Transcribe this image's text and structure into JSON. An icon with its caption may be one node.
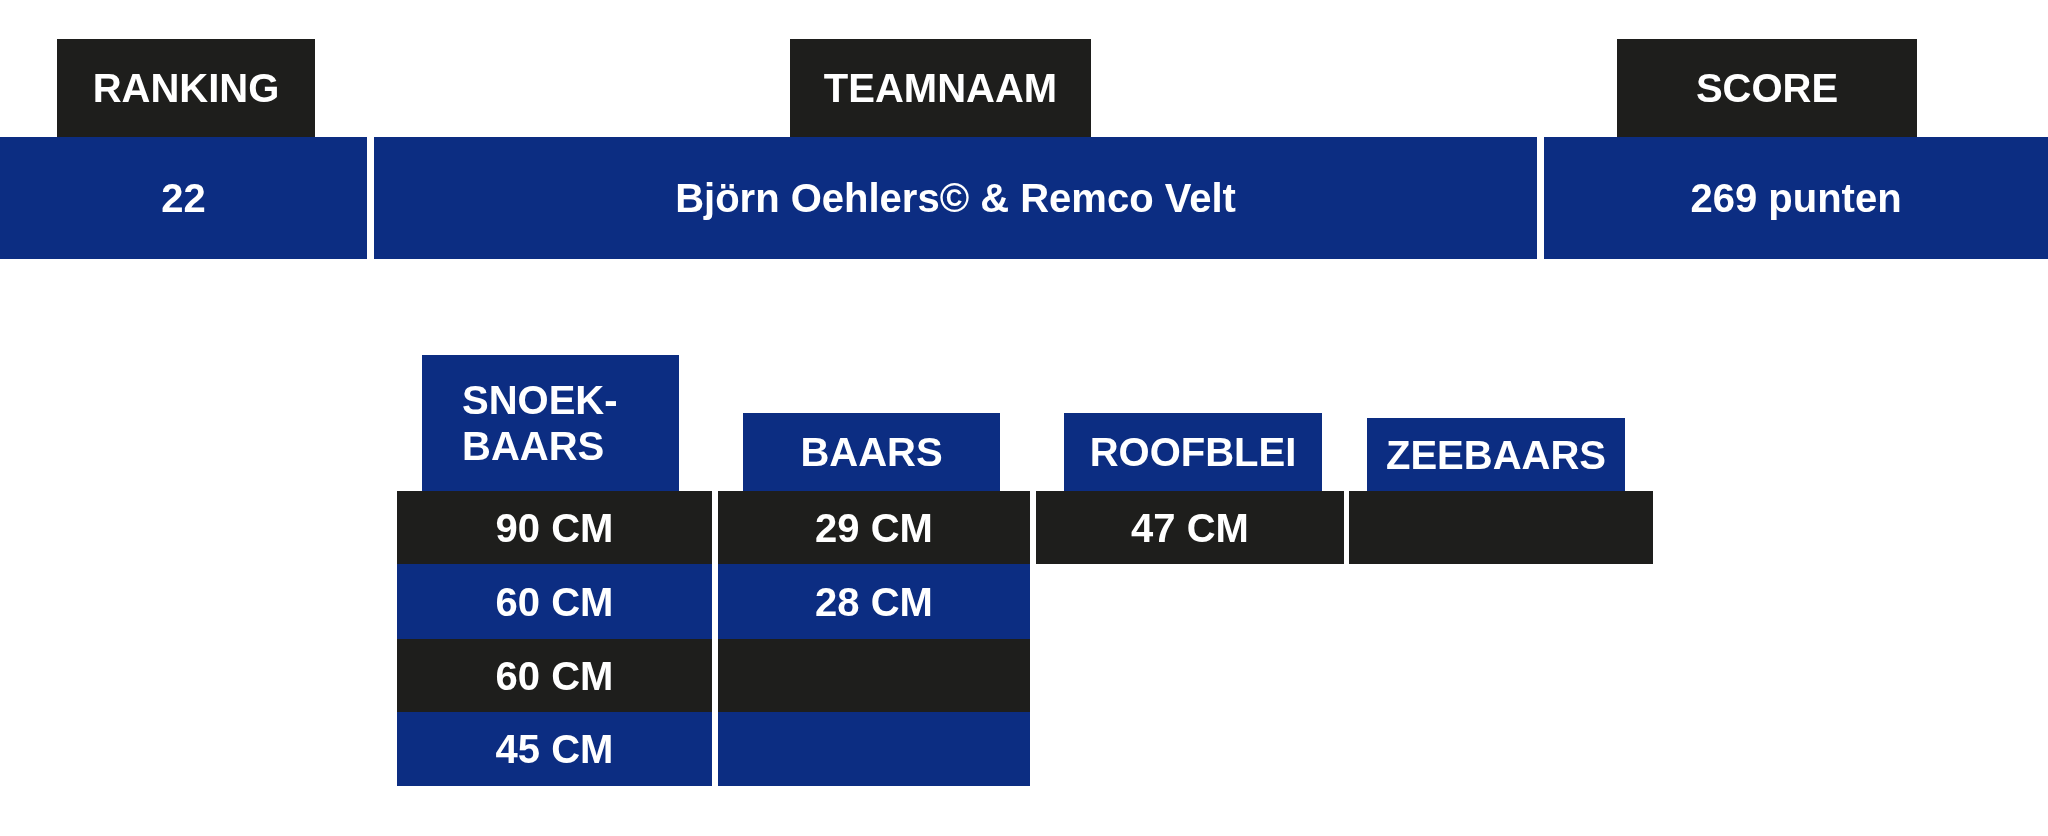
{
  "diagram": {
    "labels": [
      "RANKING",
      "TEAMNAAM",
      "SCORE",
      "22",
      "Björn Oehlers© & Remco Velt",
      "269 punten",
      "SNOEK-BAARS",
      "BAARS",
      "ROOFBLEI",
      "ZEEBAARS",
      "90 CM",
      "29 CM",
      "47 CM",
      "60 CM",
      "28 CM",
      "60 CM",
      "45 CM"
    ]
  }
}
